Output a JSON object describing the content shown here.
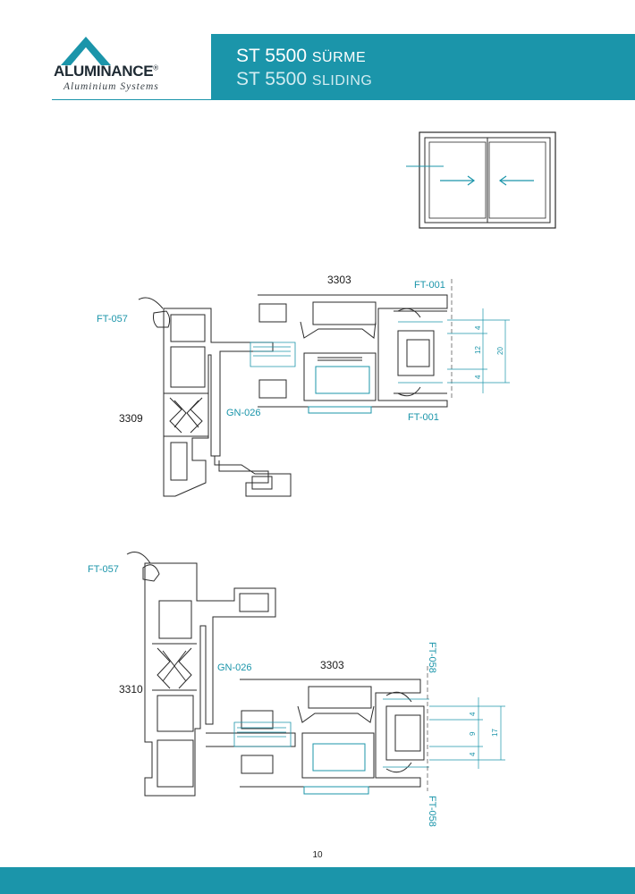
{
  "header": {
    "brand": "ALUMINANCE",
    "brand_mark": "®",
    "tagline": "Aluminium Systems",
    "title_tr": {
      "main": "ST 5500",
      "suffix": "SÜRME"
    },
    "title_en": {
      "main": "ST 5500",
      "suffix": "SLIDING"
    }
  },
  "section1": {
    "labels": {
      "ft057": "FT-057",
      "profile_top": "3303",
      "ft001_top": "FT-001",
      "ft001_bottom": "FT-001",
      "profile_side": "3309",
      "gasket": "GN-026"
    },
    "dims": {
      "d1": "4",
      "d2": "12",
      "d3": "4",
      "total": "20"
    }
  },
  "section2": {
    "labels": {
      "ft057": "FT-057",
      "gasket": "GN-026",
      "profile_top": "3303",
      "profile_side": "3310",
      "ft058_top": "FT-058",
      "ft058_bottom": "FT-058"
    },
    "dims": {
      "d1": "4",
      "d2": "9",
      "d3": "4",
      "total": "17"
    }
  },
  "page_number": "10",
  "colors": {
    "accent": "#1b95aa",
    "line": "#2a2a2a"
  }
}
